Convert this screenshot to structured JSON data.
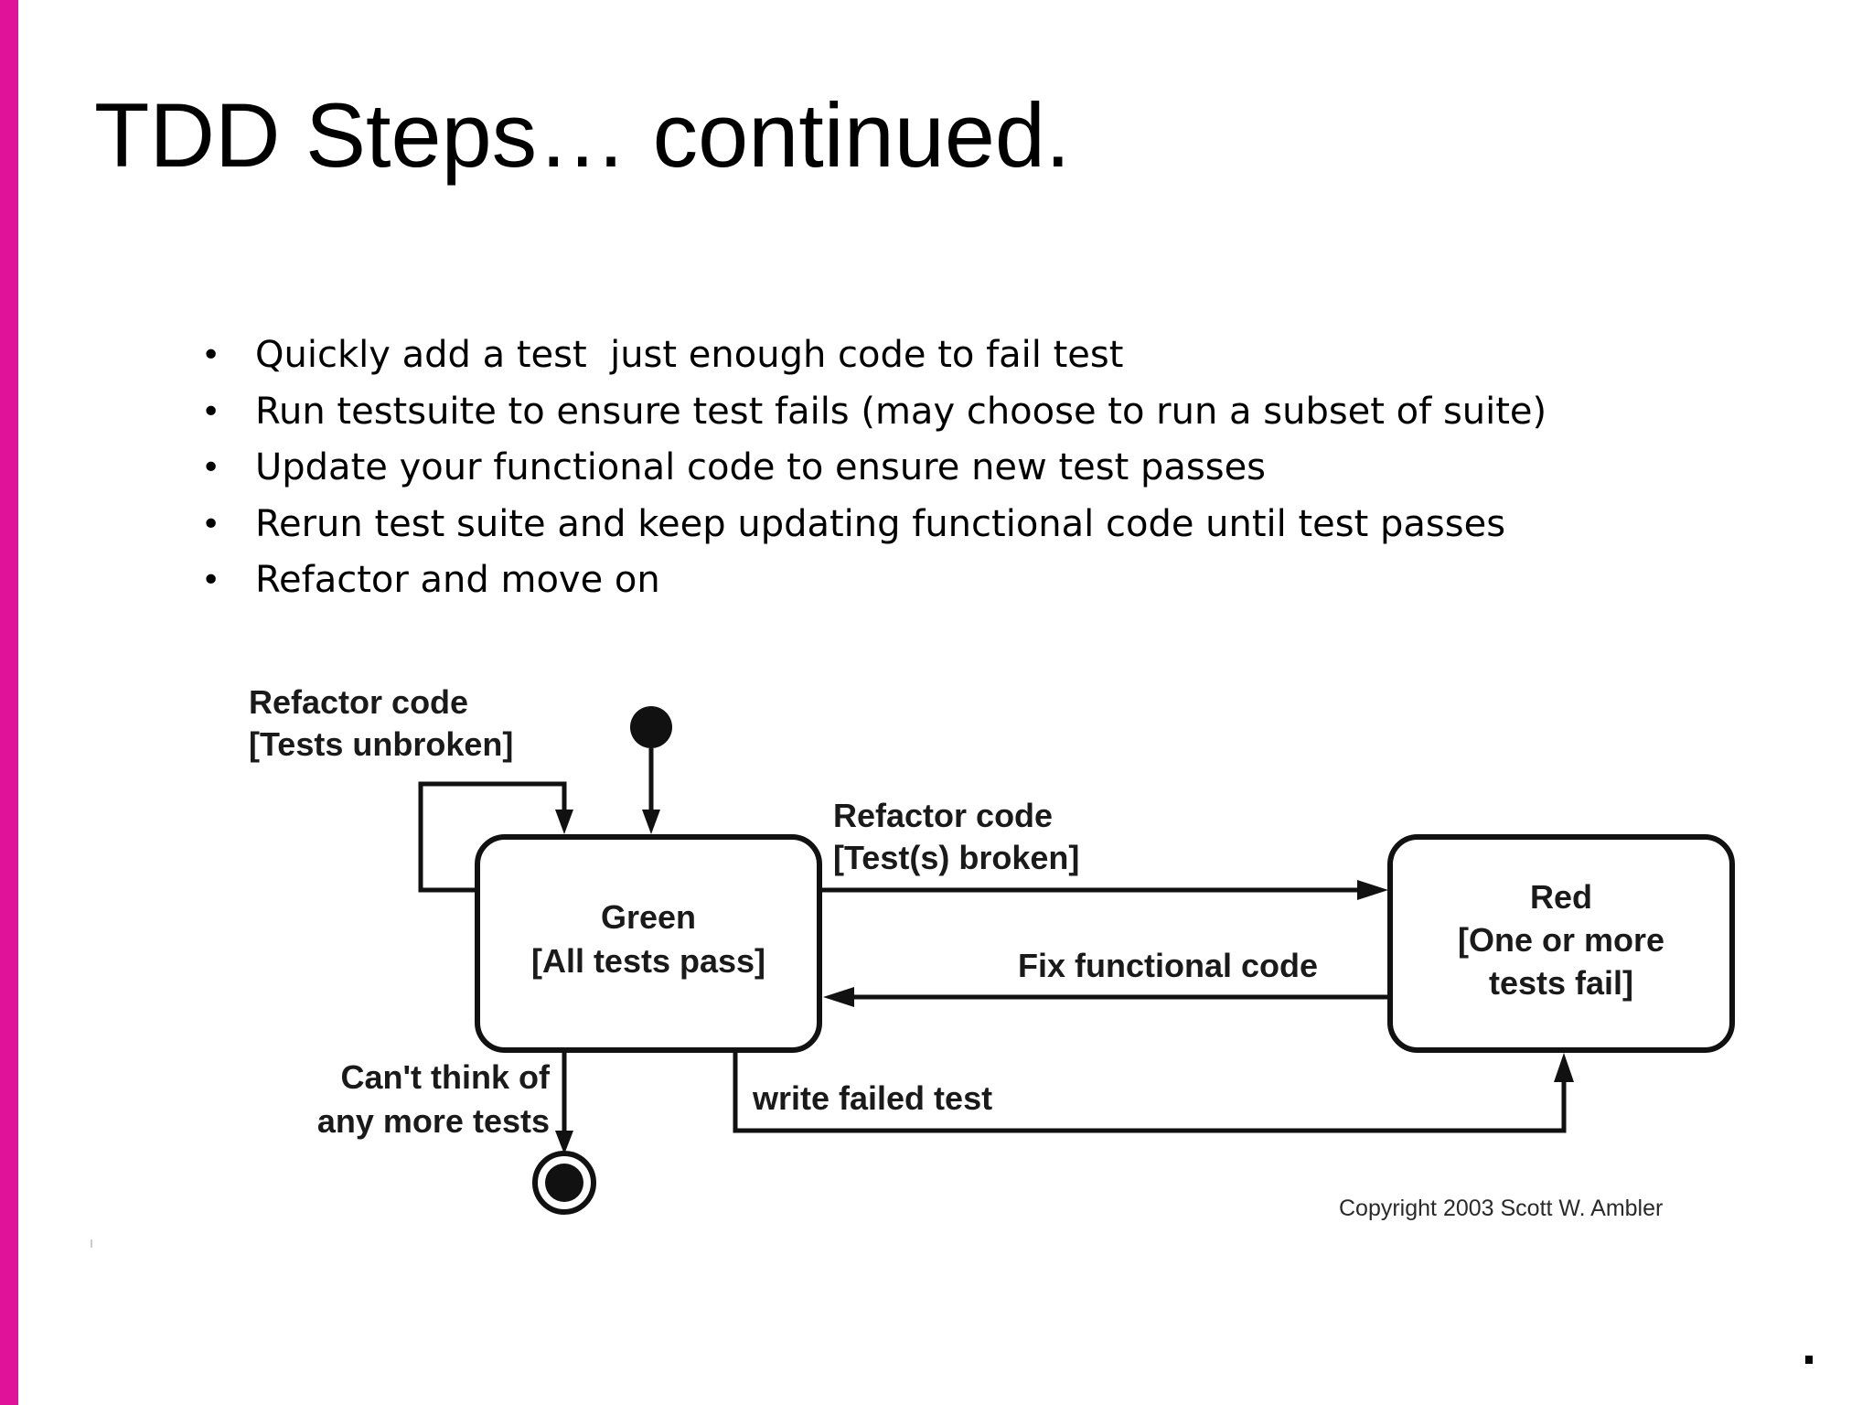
{
  "slide": {
    "title": "TDD Steps… continued.",
    "accent_color": "#e0129a",
    "bullets": [
      "Quickly add a test  just enough code to fail test",
      "Run testsuite to ensure test fails (may choose to run a subset of suite)",
      "Update your functional code to ensure new test passes",
      "Rerun test suite and keep updating functional code until test passes",
      "Refactor and move on"
    ],
    "bullet_glyph": "•"
  },
  "diagram": {
    "states": {
      "green": {
        "name": "Green",
        "condition": "[All tests pass]"
      },
      "red": {
        "name": "Red",
        "condition_line1": "[One or more",
        "condition_line2": "tests fail]"
      }
    },
    "transitions": {
      "refactor_self": {
        "line1": "Refactor code",
        "line2": "[Tests unbroken]"
      },
      "refactor_broken": {
        "line1": "Refactor code",
        "line2": "[Test(s) broken]"
      },
      "fix_code": {
        "label": "Fix functional code"
      },
      "write_failed": {
        "label": "write failed test"
      },
      "no_more_tests": {
        "line1": "Can't think of",
        "line2": "any more tests"
      }
    },
    "copyright": "Copyright 2003 Scott W. Ambler"
  }
}
